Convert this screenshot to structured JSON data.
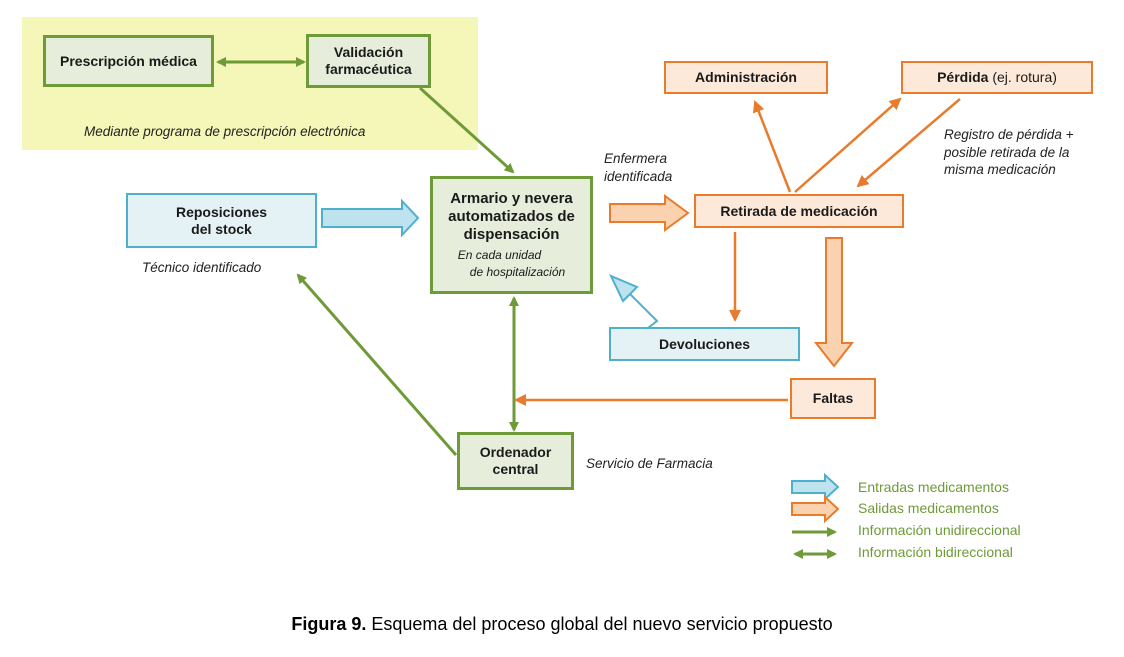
{
  "nodes": {
    "prescripcion": "Prescripción médica",
    "validacion_1": "Validación",
    "validacion_2": "farmacéutica",
    "armario_1": "Armario y nevera",
    "armario_2": "automatizados de",
    "armario_3": "dispensación",
    "armario_sub_1": "En cada unidad",
    "armario_sub_2": "de hospitalización",
    "reposiciones_1": "Reposiciones",
    "reposiciones_2": "del stock",
    "ordenador_1": "Ordenador",
    "ordenador_2": "central",
    "retirada": "Retirada de medicación",
    "administracion": "Administración",
    "perdida_bold": "Pérdida",
    "perdida_rest": " (ej. rotura)",
    "devoluciones": "Devoluciones",
    "faltas": "Faltas"
  },
  "notes": {
    "programa": "Mediante programa de prescripción electrónica",
    "enfermera_1": "Enfermera",
    "enfermera_2": "identificada",
    "tecnico": "Técnico identificado",
    "registro_1": "Registro de pérdida +",
    "registro_2": "posible retirada de la",
    "registro_3": "misma medicación",
    "servicio": "Servicio de Farmacia"
  },
  "legend": [
    "Entradas medicamentos",
    "Salidas medicamentos",
    "Información unidireccional",
    "Información bidireccional"
  ],
  "caption": {
    "label": "Figura 9.",
    "text": " Esquema del proceso global del nuevo servicio propuesto"
  },
  "colors": {
    "green": "#6e9a38",
    "blue": "#4fb0cc",
    "orange": "#e87b2c",
    "yellow_zone": "#f4f7b8"
  }
}
